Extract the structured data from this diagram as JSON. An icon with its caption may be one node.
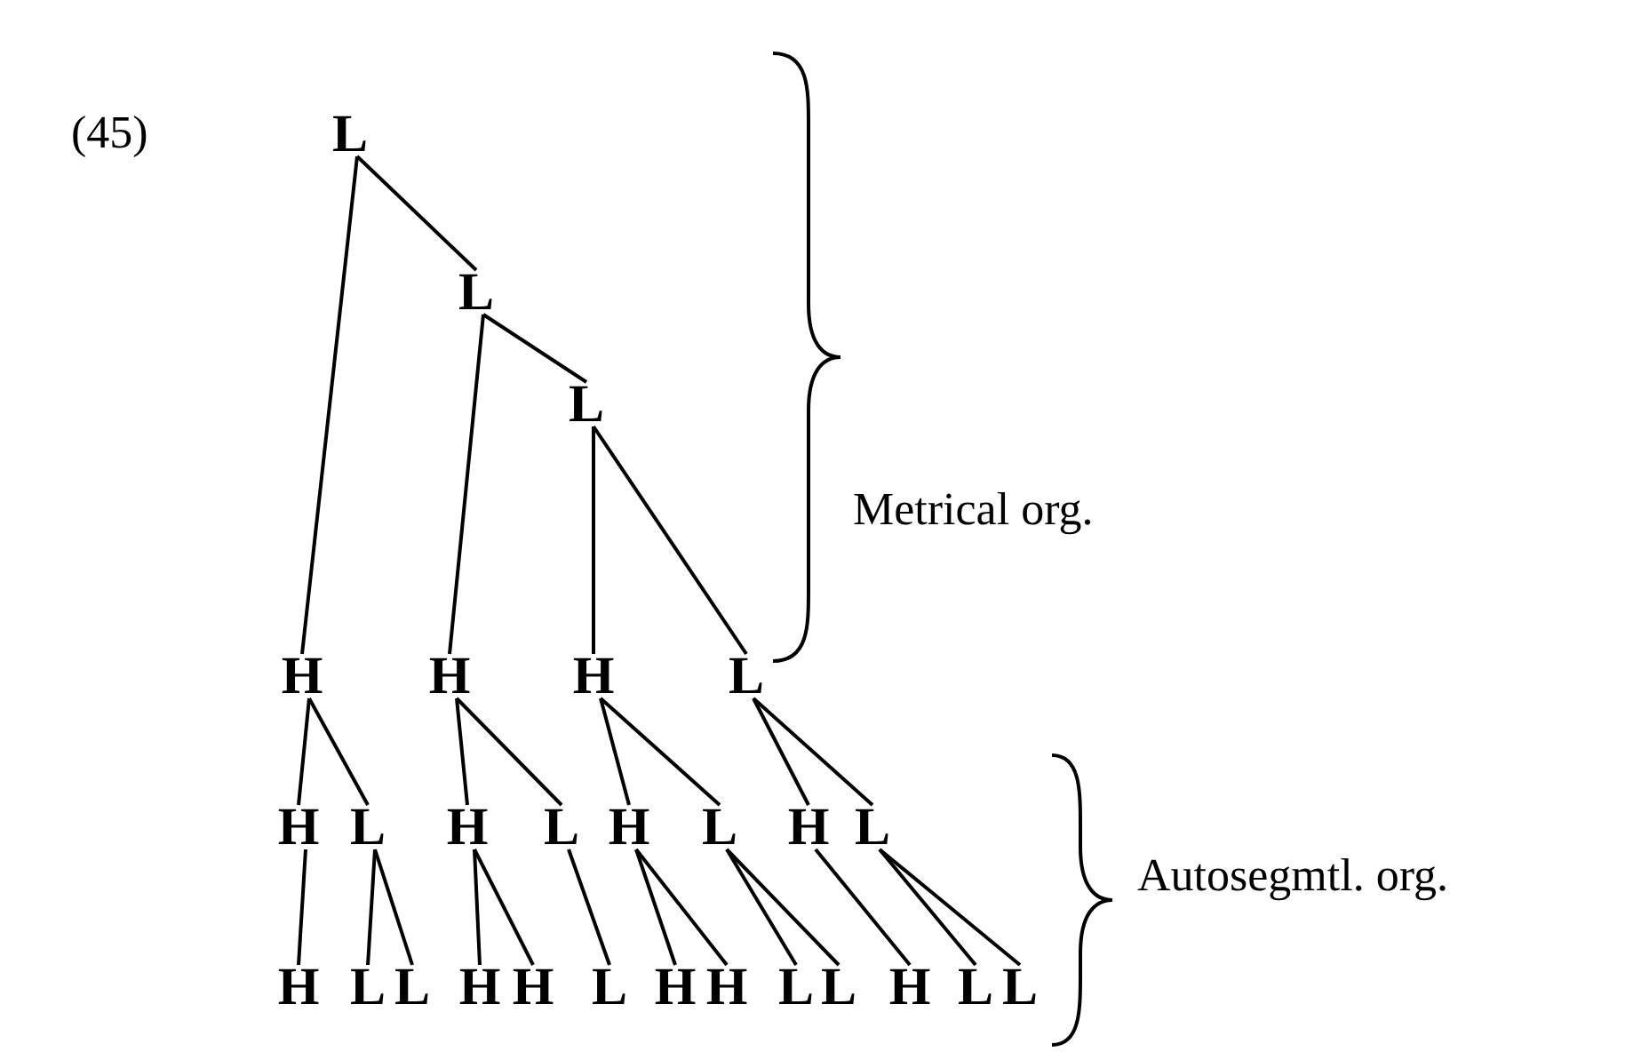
{
  "diagram": {
    "nodes": [
      {
        "text": [
          "L"
        ]
      },
      {
        "text": [
          "L"
        ]
      },
      {
        "text": [
          "L"
        ]
      },
      {
        "text": [
          "H"
        ]
      },
      {
        "text": [
          "H"
        ]
      },
      {
        "text": [
          "H"
        ]
      },
      {
        "text": [
          "L"
        ]
      },
      {
        "text": [
          "H"
        ]
      },
      {
        "text": [
          "L"
        ]
      },
      {
        "text": [
          "H"
        ]
      },
      {
        "text": [
          "L"
        ]
      },
      {
        "text": [
          "H"
        ]
      },
      {
        "text": [
          "L"
        ]
      },
      {
        "text": [
          "H"
        ]
      },
      {
        "text": [
          "L"
        ]
      },
      {
        "text": [
          "H"
        ]
      },
      {
        "text": [
          "L"
        ]
      },
      {
        "text": [
          "L"
        ]
      },
      {
        "text": [
          "H"
        ]
      },
      {
        "text": [
          "H"
        ]
      },
      {
        "text": [
          "L"
        ]
      },
      {
        "text": [
          "H"
        ]
      },
      {
        "text": [
          "H"
        ]
      },
      {
        "text": [
          "L"
        ]
      },
      {
        "text": [
          "L"
        ]
      },
      {
        "text": [
          "H"
        ]
      },
      {
        "text": [
          "L"
        ]
      },
      {
        "text": [
          "L"
        ]
      }
    ],
    "edges": [
      {
        "from": 0,
        "to": 3,
        "arrow": "none"
      },
      {
        "from": 0,
        "to": 1,
        "arrow": "none"
      },
      {
        "from": 1,
        "to": 4,
        "arrow": "none"
      },
      {
        "from": 1,
        "to": 2,
        "arrow": "none"
      },
      {
        "from": 2,
        "to": 5,
        "arrow": "none"
      },
      {
        "from": 2,
        "to": 6,
        "arrow": "none"
      },
      {
        "from": 3,
        "to": 7,
        "arrow": "none"
      },
      {
        "from": 3,
        "to": 8,
        "arrow": "none"
      },
      {
        "from": 4,
        "to": 9,
        "arrow": "none"
      },
      {
        "from": 4,
        "to": 10,
        "arrow": "none"
      },
      {
        "from": 5,
        "to": 11,
        "arrow": "none"
      },
      {
        "from": 5,
        "to": 12,
        "arrow": "none"
      },
      {
        "from": 6,
        "to": 13,
        "arrow": "none"
      },
      {
        "from": 6,
        "to": 14,
        "arrow": "none"
      },
      {
        "from": 7,
        "to": 15,
        "arrow": "none"
      },
      {
        "from": 8,
        "to": 16,
        "arrow": "none"
      },
      {
        "from": 8,
        "to": 17,
        "arrow": "none"
      },
      {
        "from": 9,
        "to": 18,
        "arrow": "none"
      },
      {
        "from": 9,
        "to": 19,
        "arrow": "none"
      },
      {
        "from": 10,
        "to": 20,
        "arrow": "none"
      },
      {
        "from": 11,
        "to": 21,
        "arrow": "none"
      },
      {
        "from": 11,
        "to": 22,
        "arrow": "none"
      },
      {
        "from": 12,
        "to": 23,
        "arrow": "none"
      },
      {
        "from": 12,
        "to": 24,
        "arrow": "none"
      },
      {
        "from": 13,
        "to": 25,
        "arrow": "none"
      },
      {
        "from": 14,
        "to": 26,
        "arrow": "none"
      },
      {
        "from": 14,
        "to": 27,
        "arrow": "none"
      }
    ],
    "labels": [
      "(45)",
      "Metrical org.",
      "Autosegmtl. org."
    ]
  }
}
